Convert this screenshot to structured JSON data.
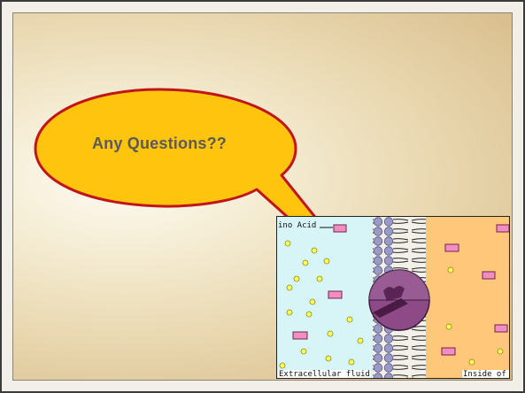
{
  "slide": {
    "callout_text": "Any Questions??"
  },
  "diagram": {
    "label_amino_acid": "ino Acid",
    "label_extracellular": "Extracellular fluid",
    "label_inside_cell": "Inside of Cell"
  },
  "colors": {
    "callout_fill": "#ffc40d",
    "callout_stroke": "#c0161b",
    "extracellular_fluid": "#d7f4f7",
    "cytoplasm": "#ffc77a",
    "carrier_protein": "#8d4a86",
    "molecule_rect": "#f28cc2",
    "molecule_dot": "#ffff55"
  }
}
